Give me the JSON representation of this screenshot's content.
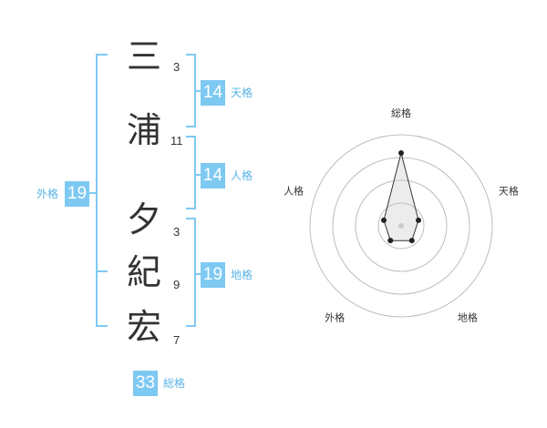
{
  "name_chars": [
    {
      "char": "三",
      "strokes": "3"
    },
    {
      "char": "浦",
      "strokes": "11"
    },
    {
      "char": "夕",
      "strokes": "3"
    },
    {
      "char": "紀",
      "strokes": "9"
    },
    {
      "char": "宏",
      "strokes": "7"
    }
  ],
  "fortunes": {
    "tenkaku": {
      "value": "14",
      "label": "天格"
    },
    "jinkaku": {
      "value": "14",
      "label": "人格"
    },
    "chikaku": {
      "value": "19",
      "label": "地格"
    },
    "gaikaku": {
      "value": "19",
      "label": "外格"
    },
    "soukaku": {
      "value": "33",
      "label": "総格"
    }
  },
  "colors": {
    "accent": "#7ec9f2",
    "bracket": "#7ec9f2",
    "text": "#333333"
  },
  "chart_data": {
    "type": "radar",
    "axes": [
      "総格",
      "天格",
      "地格",
      "外格",
      "人格"
    ],
    "values": [
      4,
      1,
      1,
      1,
      1
    ],
    "max": 5,
    "rings": 4
  }
}
